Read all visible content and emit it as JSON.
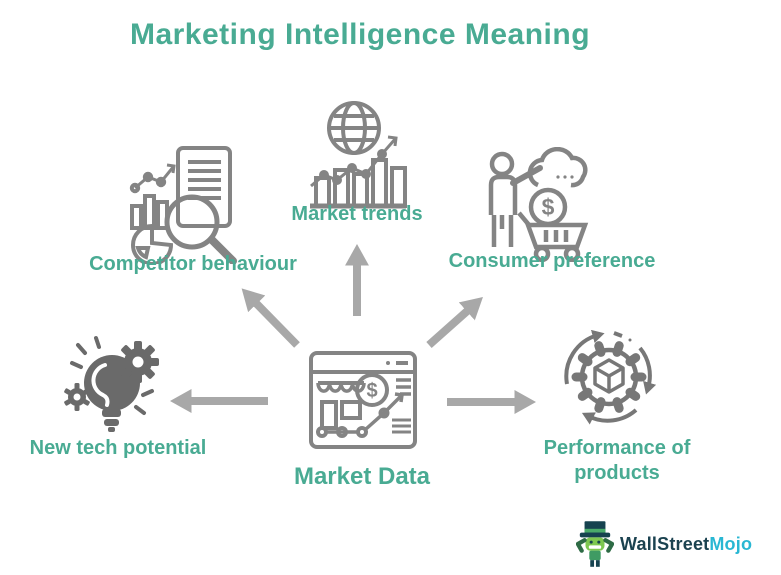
{
  "title": "Marketing Intelligence Meaning",
  "colors": {
    "teal_text": "#49ab93",
    "icon_gray": "#848484",
    "icon_solid_gray": "#6a6a6a",
    "arrow_gray": "#a8a8a8",
    "logo_dark": "#1b4250",
    "logo_cyan": "#29b7d3"
  },
  "center_node": {
    "label": "Market Data",
    "icon": "market-data-storefront-chart-icon"
  },
  "nodes": [
    {
      "label": "Competitor behaviour",
      "icon": "magnifier-report-chart-icon"
    },
    {
      "label": "Market trends",
      "icon": "globe-rising-bar-chart-icon"
    },
    {
      "label": "Consumer preference",
      "icon": "shopper-cart-cloud-coin-icon"
    },
    {
      "label": "New tech potential",
      "icon": "lightbulb-gears-icon"
    },
    {
      "label": "Performance of products",
      "icon": "gear-cube-cycle-icon"
    }
  ],
  "coin_symbol": "$",
  "logo": {
    "brand_primary": "WallStreet",
    "brand_accent": "Mojo",
    "icon": "wallstreetmojo-mascot"
  }
}
